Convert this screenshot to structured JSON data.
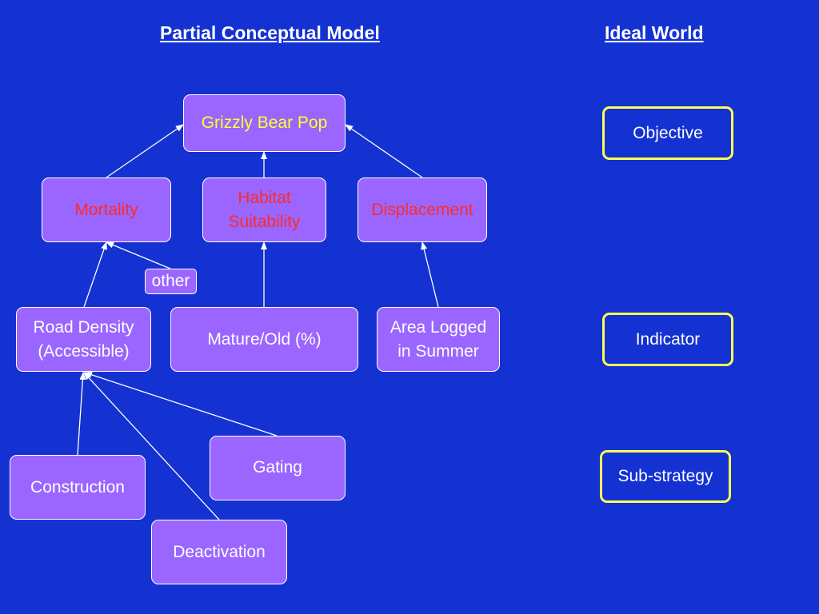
{
  "headings": {
    "left": "Partial Conceptual Model",
    "right": "Ideal World"
  },
  "nodes": {
    "grizzly": "Grizzly Bear Pop",
    "mortality": "Mortality",
    "habitat_line1": "Habitat",
    "habitat_line2": "Suitability",
    "displacement": "Displacement",
    "other": "other",
    "road_line1": "Road Density",
    "road_line2": "(Accessible)",
    "mature": "Mature/Old (%)",
    "logged_line1": "Area Logged",
    "logged_line2": "in Summer",
    "construction": "Construction",
    "gating": "Gating",
    "deactivation": "Deactivation"
  },
  "legend": {
    "objective": "Objective",
    "indicator": "Indicator",
    "substrategy": "Sub-strategy"
  },
  "colors": {
    "background": "#1432d2",
    "node_fill": "#9b66ff",
    "node_text_white": "#ffffff",
    "node_text_red": "#ff2a2a",
    "node_text_yellow": "#ffff33",
    "legend_border": "#ffff55"
  }
}
